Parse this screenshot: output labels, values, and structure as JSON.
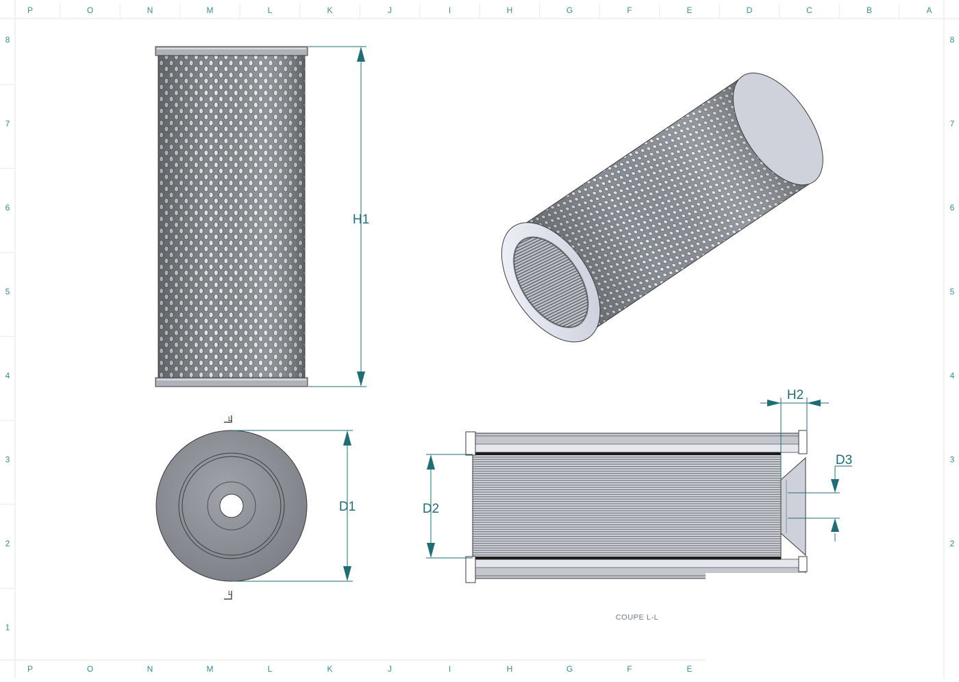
{
  "drawing": {
    "zone_columns_top": [
      "P",
      "O",
      "N",
      "M",
      "L",
      "K",
      "J",
      "I",
      "H",
      "G",
      "F",
      "E",
      "D",
      "C",
      "B",
      "A"
    ],
    "zone_columns_bottom": [
      "P",
      "O",
      "N",
      "M",
      "L",
      "K",
      "J",
      "I",
      "H",
      "G",
      "F",
      "E"
    ],
    "zone_rows": [
      "8",
      "7",
      "6",
      "5",
      "4",
      "3",
      "2",
      "1"
    ],
    "dimensions": {
      "h1": "H1",
      "h2": "H2",
      "d1": "D1",
      "d2": "D2",
      "d3": "D3"
    },
    "section_marker": "L",
    "section_caption": "COUPE L-L"
  },
  "colors": {
    "dimension": "#1e6e74",
    "zone_text": "#3a8a90",
    "metal": "#8e9398",
    "cap_light": "#e4e6f2"
  }
}
